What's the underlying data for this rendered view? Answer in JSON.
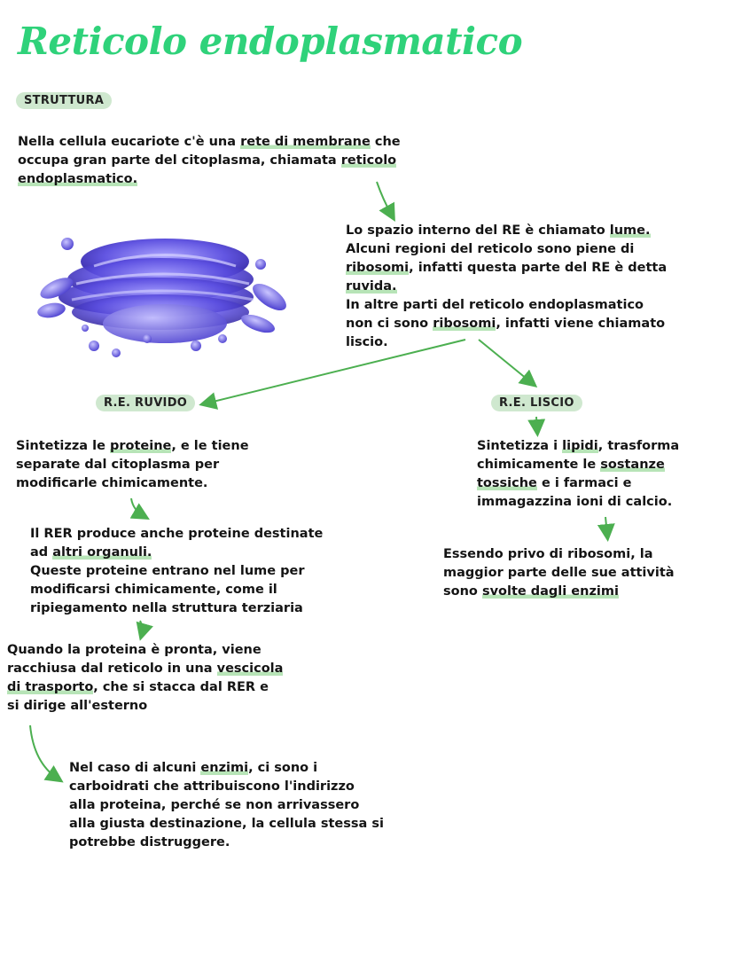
{
  "title": "Reticolo endoplasmatico",
  "section_label": "STRUTTURA",
  "intro": {
    "line1_pre": "Nella cellula eucariote  c'è una ",
    "line1_hl": "rete di membrane",
    "line1_post": " che",
    "line2_pre": "occupa gran parte del citoplasma, chiamata ",
    "line2_hl": "reticolo",
    "line3_hl": "endoplasmatico."
  },
  "lume": {
    "l1_pre": "Lo spazio interno del RE è chiamato ",
    "l1_hl": "lume.",
    "l2": "Alcuni regioni del reticolo sono piene di",
    "l3_hl": "ribosomi",
    "l3_post": ", infatti questa parte del RE è detta",
    "l4_hl": "ruvida.",
    "l5": "In altre parti del reticolo endoplasmatico",
    "l6_pre": "non ci sono ",
    "l6_hl": "ribosomi",
    "l6_post": ", infatti viene chiamato",
    "l7": "liscio."
  },
  "rer_label": "R.E. RUVIDO",
  "rel_label": "R.E. LISCIO",
  "rer1": {
    "l1_pre": "Sintetizza le ",
    "l1_hl": "proteine",
    "l1_post": ", e le tiene",
    "l2": "separate dal citoplasma per",
    "l3": "modificarle chimicamente."
  },
  "rer2": {
    "l1": "Il RER  produce anche proteine destinate",
    "l2_pre": "ad ",
    "l2_hl": "altri organuli.",
    "l3": "Queste proteine entrano nel lume per",
    "l4": "modificarsi chimicamente, come il",
    "l5": "ripiegamento nella struttura terziaria"
  },
  "rer3": {
    "l1": "Quando la proteina è pronta, viene",
    "l2_pre": "racchiusa dal reticolo in una ",
    "l2_hl": "vescicola",
    "l3_hl": "di trasporto",
    "l3_post": ", che si stacca dal RER e",
    "l4": "si dirige all'esterno"
  },
  "rer4": {
    "l1_pre": "Nel caso di alcuni ",
    "l1_hl": "enzimi",
    "l1_post": ", ci sono i",
    "l2": "carboidrati che attribuiscono l'indirizzo",
    "l3": "alla proteina, perché se non arrivassero",
    "l4": "alla giusta destinazione, la cellula stessa si",
    "l5": "potrebbe distruggere."
  },
  "rel1": {
    "l1_pre": "Sintetizza i ",
    "l1_hl": "lipidi",
    "l1_post": ", trasforma",
    "l2_pre": "chimicamente le ",
    "l2_hl": "sostanze",
    "l3_hl": "tossiche",
    "l3_post": " e i farmaci e",
    "l4": "immagazzina ioni di calcio."
  },
  "rel2": {
    "l1": "Essendo privo di ribosomi, la",
    "l2": "maggior parte delle sue attività",
    "l3_pre": "sono ",
    "l3_hl": "svolte dagli enzimi"
  },
  "colors": {
    "accent": "#2fd27a",
    "highlight": "#b7e4b7",
    "arrow": "#4caf50",
    "organelle": "#4b3fd0"
  }
}
